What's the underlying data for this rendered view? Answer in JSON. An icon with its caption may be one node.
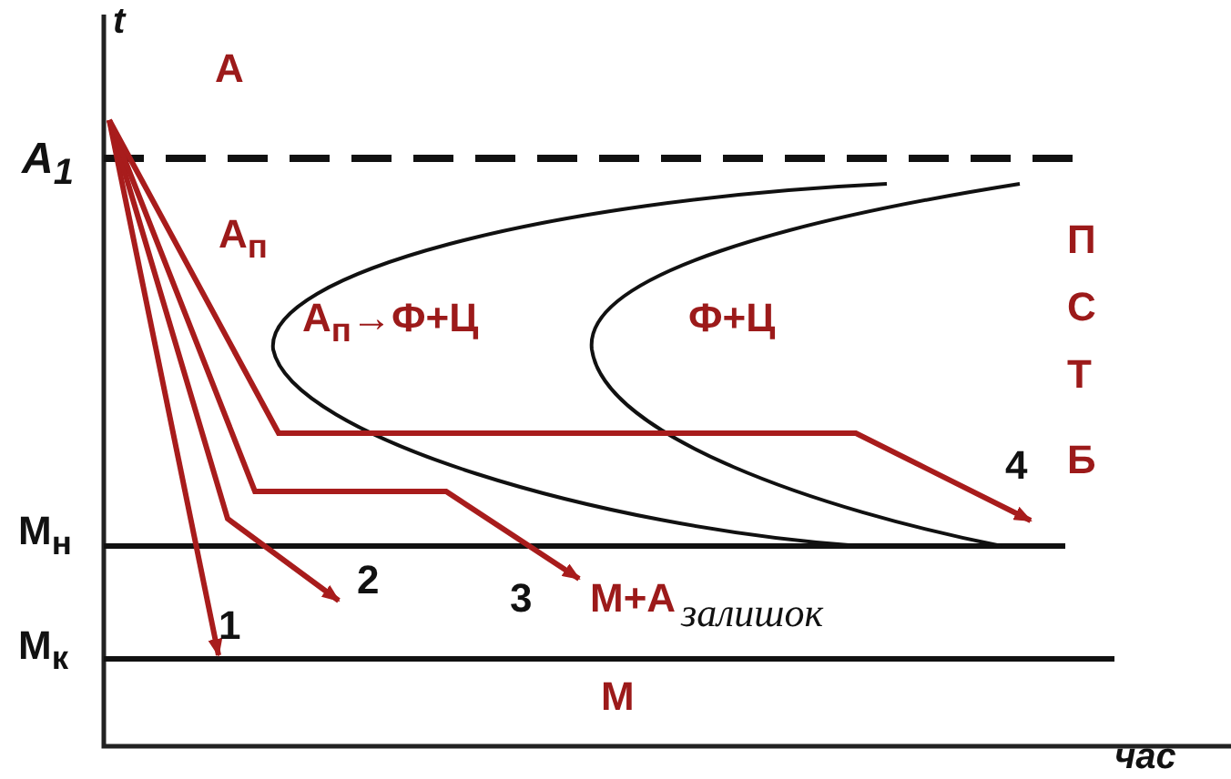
{
  "diagram": {
    "labels": [
      "t",
      "A$_{1}$",
      "А",
      "А$_{п}$",
      "А$_{п}$→Ф+Ц",
      "Ф+Ц",
      "П",
      "С",
      "Т",
      "Б",
      "4",
      "M$_{н}$",
      "1",
      "2",
      "3",
      "М+А",
      "залишок",
      "M$_{к}$",
      "М",
      "час"
    ]
  }
}
